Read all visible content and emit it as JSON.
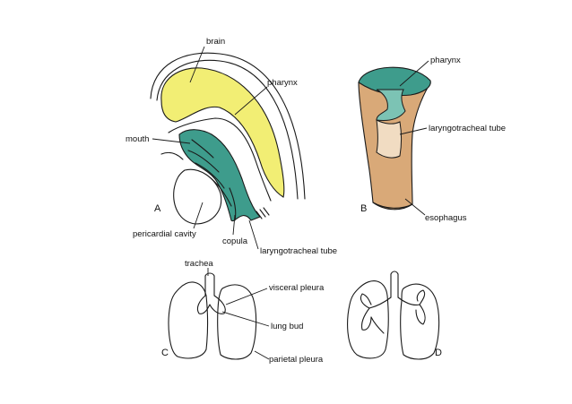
{
  "colors": {
    "brain": "#f2ee74",
    "pharynx": "#3e9c8c",
    "pharynx_light": "#7cc3b4",
    "esophagus": "#d9a978",
    "esophagus_light": "#f1dcc2"
  },
  "labels": {
    "brain": "brain",
    "pharynx_a": "pharynx",
    "mouth": "mouth",
    "pericardial_cavity": "pericardial cavity",
    "copula": "copula",
    "laryngotracheal_tube_a": "laryngotracheal tube",
    "pharynx_b": "pharynx",
    "laryngotracheal_tube_b": "laryngotracheal tube",
    "esophagus": "esophagus",
    "trachea": "trachea",
    "visceral_pleura": "visceral pleura",
    "lung_bud": "lung bud",
    "parietal_pleura": "parietal pleura"
  },
  "panels": {
    "a": "A",
    "b": "B",
    "c": "C",
    "d": "D"
  }
}
